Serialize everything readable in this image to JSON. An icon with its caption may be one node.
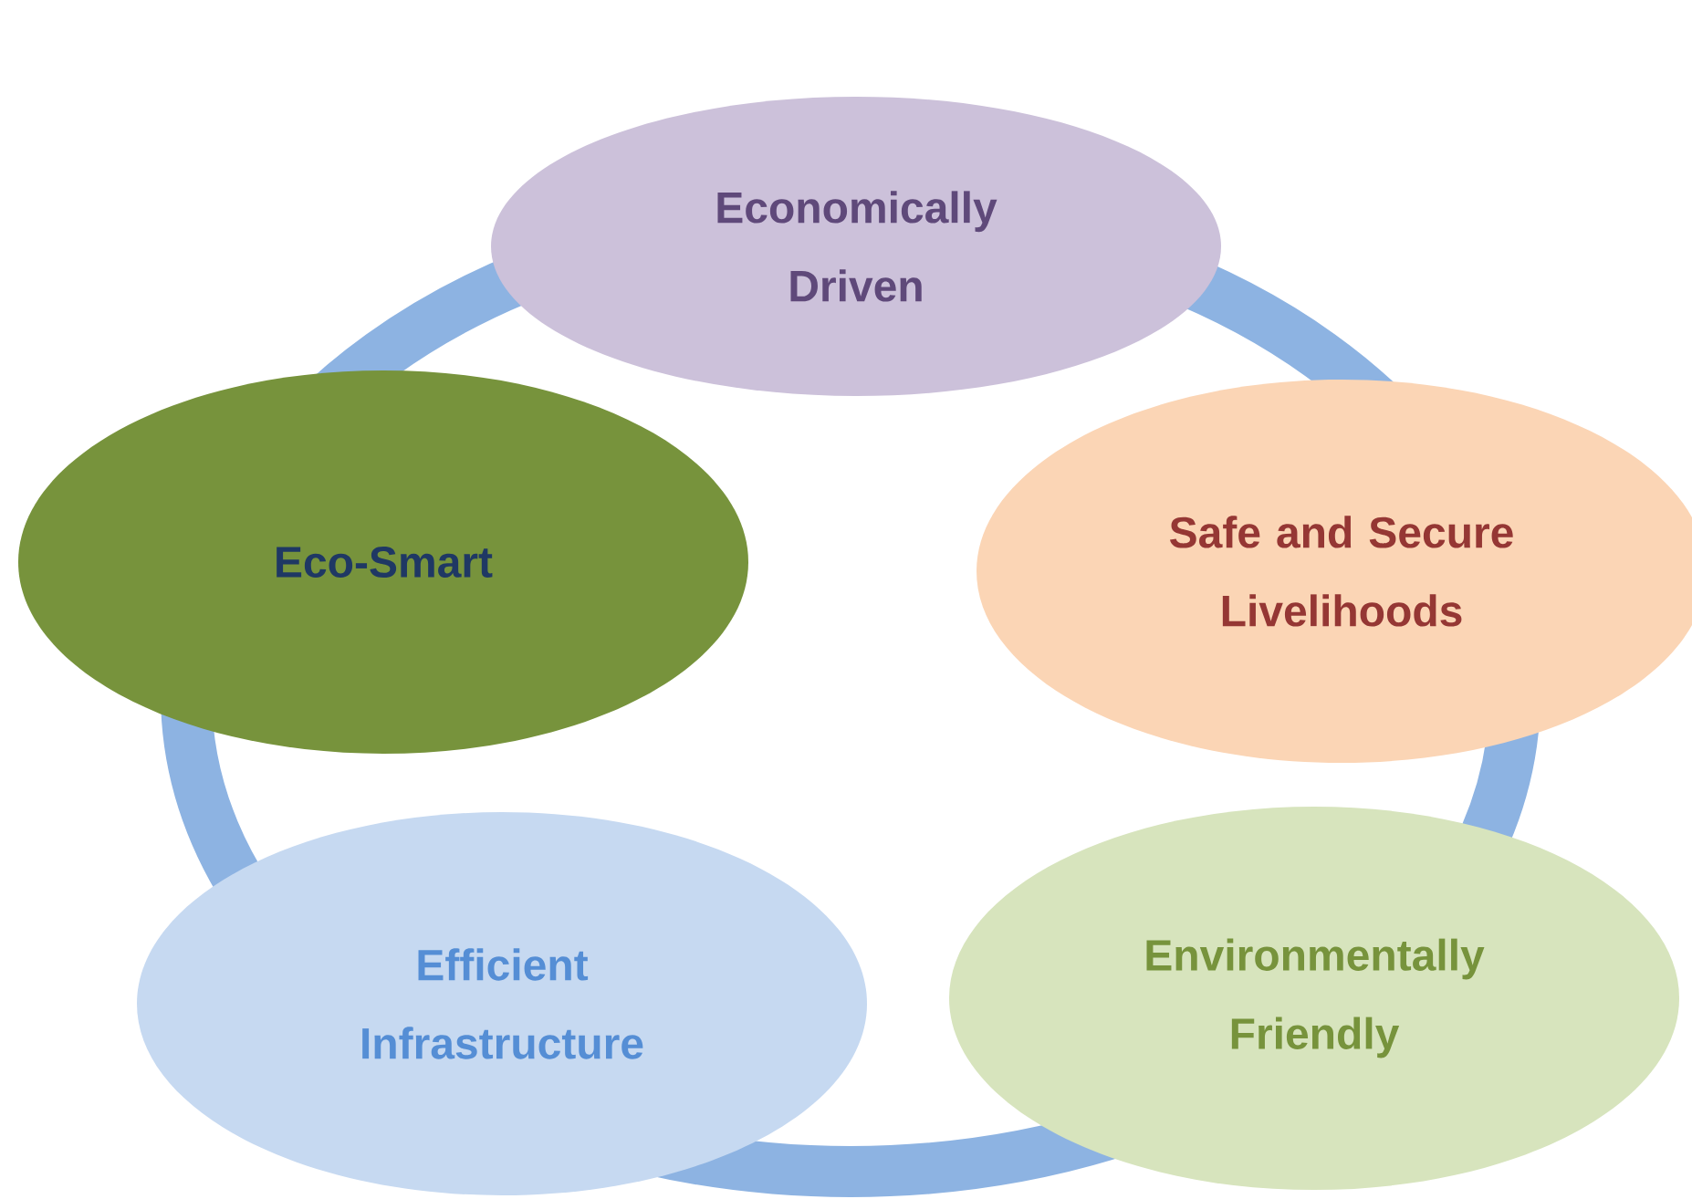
{
  "diagram": {
    "nodes": [
      {
        "text": [
          "Economically Driven"
        ]
      },
      {
        "text": [
          "Eco-Smart"
        ]
      },
      {
        "text": [
          "Safe and Secure Livelihoods"
        ]
      },
      {
        "text": [
          "Efficient Infrastructure"
        ]
      },
      {
        "text": [
          "Environmentally Friendly"
        ]
      }
    ]
  }
}
